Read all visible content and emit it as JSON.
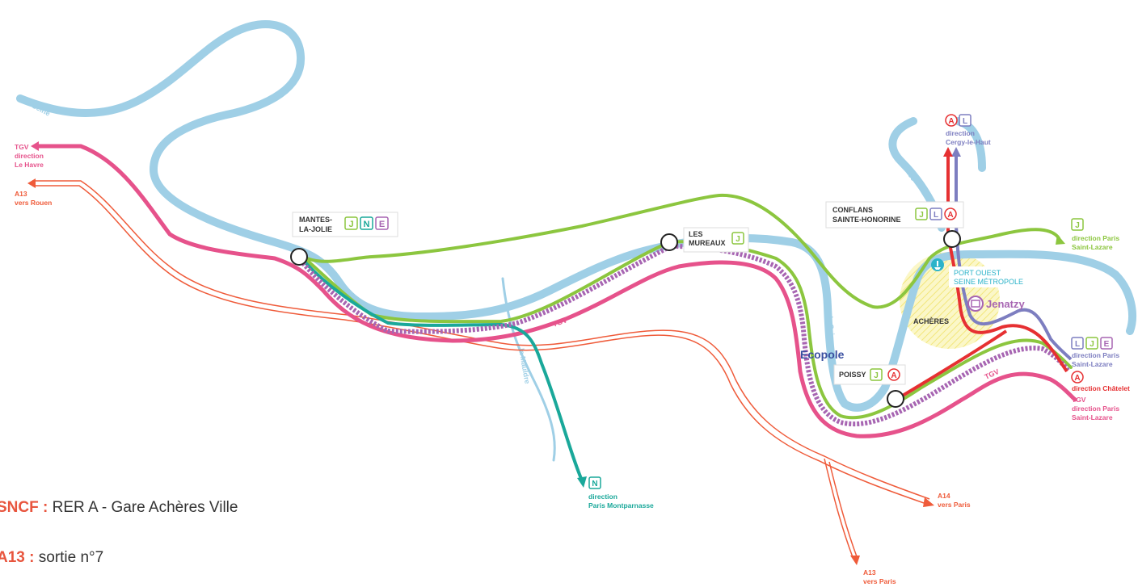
{
  "colors": {
    "seine": "#9fcfe6",
    "line_j": "#8cc63f",
    "line_n": "#1aa89a",
    "line_e": "#a765b2",
    "rer_a": "#e63032",
    "line_l": "#7d7ec0",
    "tgv": "#e6528b",
    "highway": "#ef5b3a",
    "ecopole": "#3a4fa0",
    "port": "#2bb3c9",
    "text_dark": "#333333"
  },
  "rivers": {
    "seine_west": "la Seine",
    "seine_east": "la Seine",
    "oise": "l'Oise",
    "mauldre": "la Mauldre"
  },
  "stations": {
    "mantes": {
      "name_1": "MANTES-",
      "name_2": "LA-JOLIE",
      "lines": [
        "J",
        "N",
        "E"
      ]
    },
    "mureaux": {
      "name_1": "LES",
      "name_2": "MUREAUX",
      "lines": [
        "J"
      ]
    },
    "conflans": {
      "name_1": "CONFLANS",
      "name_2": "SAINTE-HONORINE",
      "lines": [
        "J",
        "L",
        "A"
      ]
    },
    "poissy": {
      "name": "POISSY",
      "lines": [
        "J",
        "A"
      ]
    }
  },
  "places": {
    "acheres": "ACHÈRES",
    "port_1": "PORT OUEST",
    "port_2": "SEINE MÉTROPOLE",
    "jenatzy": "Jenatzy",
    "ecopole": "Ecopole"
  },
  "directions": {
    "tgv_havre": {
      "l1": "TGV",
      "l2": "direction",
      "l3": "Le Havre"
    },
    "a13_rouen": {
      "l1": "A13",
      "l2": "vers Rouen"
    },
    "cergy": {
      "badges": [
        "A",
        "L"
      ],
      "l1": "direction",
      "l2": "Cergy-le-Haut"
    },
    "paris_stlazare_top": {
      "badge": "J",
      "l1": "direction Paris",
      "l2": "Saint-Lazare"
    },
    "paris_stlazare_right": {
      "badges": [
        "L",
        "J",
        "E"
      ],
      "l1": "direction Paris",
      "l2": "Saint-Lazare"
    },
    "chatelet": {
      "badge": "A",
      "l1": "direction Châtelet"
    },
    "tgv_paris": {
      "l1": "TGV",
      "l2": "direction Paris",
      "l3": "Saint-Lazare"
    },
    "montparnasse": {
      "badge": "N",
      "l1": "direction",
      "l2": "Paris Montparnasse"
    },
    "a14_paris": {
      "l1": "A14",
      "l2": "vers Paris"
    },
    "a13_paris": {
      "l1": "A13",
      "l2": "vers Paris"
    }
  },
  "line_labels": {
    "tgv_1": "TGV",
    "tgv_2": "TGV"
  },
  "footer": {
    "sncf_label": "SNCF :",
    "sncf_text": "RER A - Gare Achères Ville",
    "a13_label": "A13 :",
    "a13_text": "sortie n°7"
  }
}
